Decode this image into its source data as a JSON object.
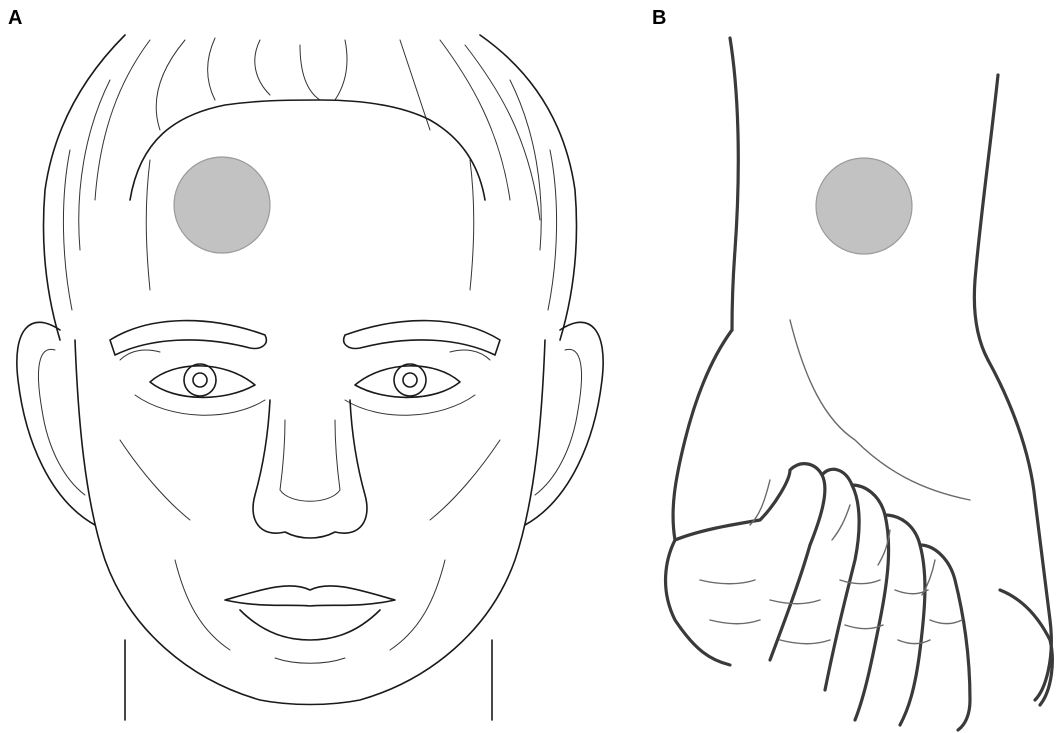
{
  "panels": [
    {
      "label": "A",
      "subject": "face-frontal"
    },
    {
      "label": "B",
      "subject": "wrist-fist"
    }
  ],
  "colors": {
    "marker_fill": "#c2c2c2",
    "marker_stroke": "#9a9a9a",
    "line_face": "#1a1a1a",
    "line_hand": "#3a3a3a",
    "background": "#ffffff"
  }
}
